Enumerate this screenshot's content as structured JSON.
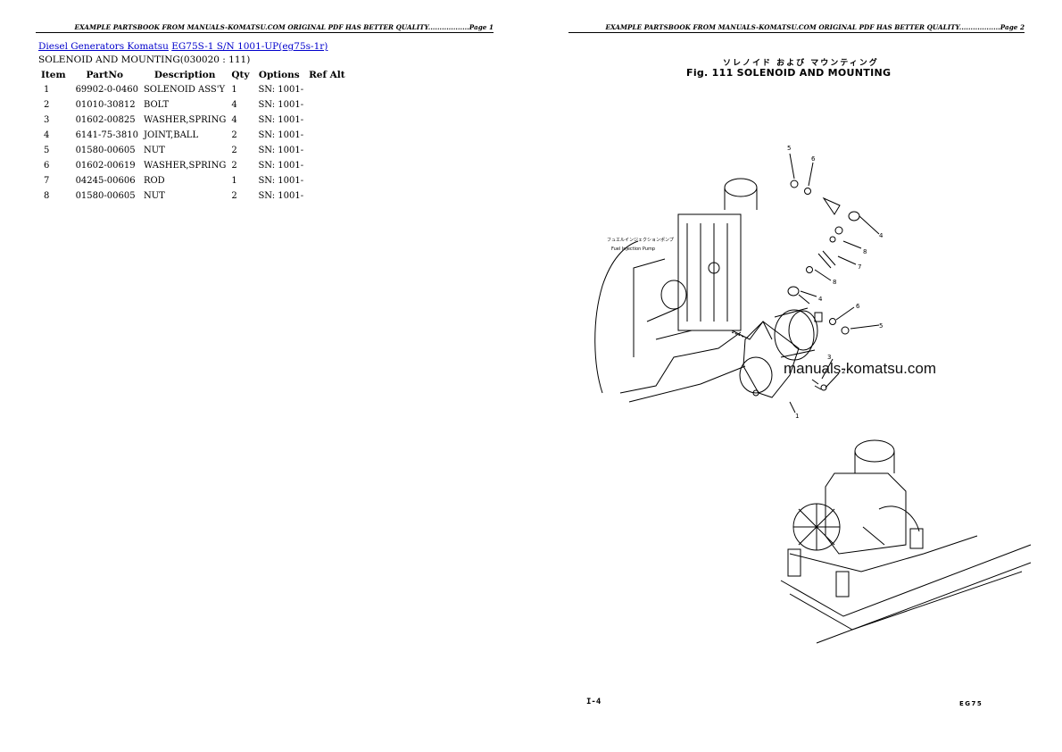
{
  "page1": {
    "header": "EXAMPLE PARTSBOOK FROM MANUALS-KOMATSU.COM ORIGINAL PDF HAS BETTER QUALITY..................Page 1",
    "breadcrumb": {
      "link1": "Diesel Generators Komatsu",
      "link2": "EG75S-1 S/N 1001-UP(eg75s-1r)"
    },
    "section_title": "SOLENOID AND MOUNTING(030020 : 111)",
    "table": {
      "headers": [
        "Item",
        "PartNo",
        "Description",
        "Qty",
        "Options",
        "Ref Alt"
      ],
      "rows": [
        {
          "item": "1",
          "partno": "69902-0-0460",
          "description": "SOLENOID ASS'Y",
          "qty": "1",
          "options": "SN: 1001-",
          "ref": ""
        },
        {
          "item": "2",
          "partno": "01010-30812",
          "description": "BOLT",
          "qty": "4",
          "options": "SN: 1001-",
          "ref": ""
        },
        {
          "item": "3",
          "partno": "01602-00825",
          "description": "WASHER,SPRING",
          "qty": "4",
          "options": "SN: 1001-",
          "ref": ""
        },
        {
          "item": "4",
          "partno": "6141-75-3810",
          "description": "JOINT,BALL",
          "qty": "2",
          "options": "SN: 1001-",
          "ref": ""
        },
        {
          "item": "5",
          "partno": "01580-00605",
          "description": "NUT",
          "qty": "2",
          "options": "SN: 1001-",
          "ref": ""
        },
        {
          "item": "6",
          "partno": "01602-00619",
          "description": "WASHER,SPRING",
          "qty": "2",
          "options": "SN: 1001-",
          "ref": ""
        },
        {
          "item": "7",
          "partno": "04245-00606",
          "description": "ROD",
          "qty": "1",
          "options": "SN: 1001-",
          "ref": ""
        },
        {
          "item": "8",
          "partno": "01580-00605",
          "description": "NUT",
          "qty": "2",
          "options": "SN: 1001-",
          "ref": ""
        }
      ]
    }
  },
  "page2": {
    "header": "EXAMPLE PARTSBOOK FROM MANUALS-KOMATSU.COM ORIGINAL PDF HAS BETTER QUALITY..................Page 2",
    "figure_caption_jp": "ソレノイド および マウンティング",
    "figure_caption": "Fig. 111  SOLENOID AND MOUNTING",
    "watermark": "manuals-komatsu.com",
    "callouts": [
      "5",
      "6",
      "4",
      "8",
      "7",
      "8",
      "4",
      "6",
      "5",
      "3",
      "2",
      "1"
    ],
    "pump_label_jp": "フュエルインジェクションポンプ",
    "pump_label": "Fuel Injection Pump",
    "footer_left": "I-4",
    "footer_right": "EG75"
  }
}
